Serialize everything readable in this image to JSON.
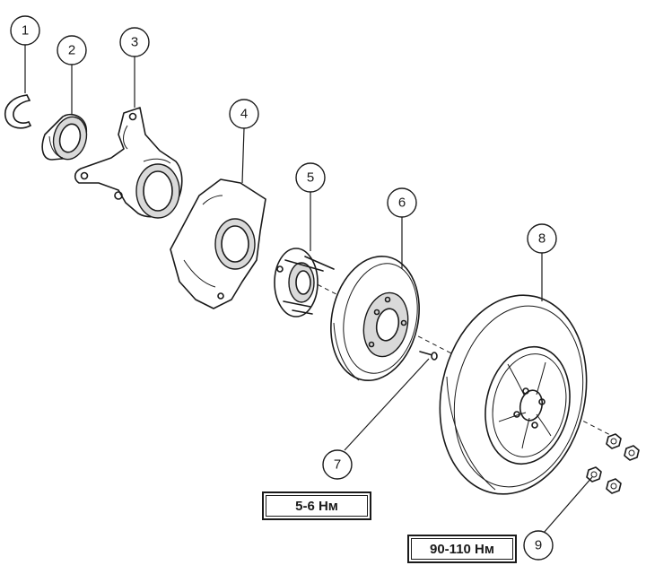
{
  "callouts": [
    {
      "number": "1"
    },
    {
      "number": "2"
    },
    {
      "number": "3"
    },
    {
      "number": "4"
    },
    {
      "number": "5"
    },
    {
      "number": "6"
    },
    {
      "number": "7"
    },
    {
      "number": "8"
    },
    {
      "number": "9"
    }
  ],
  "torque_labels": {
    "wheel_stud": "5-6 Нм",
    "wheel_nut": "90-110 Нм"
  }
}
